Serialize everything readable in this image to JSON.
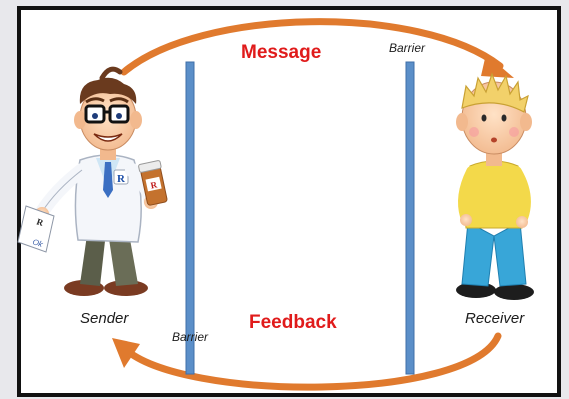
{
  "labels": {
    "message": "Message",
    "feedback": "Feedback",
    "barrier_top": "Barrier",
    "barrier_bottom": "Barrier",
    "sender": "Sender",
    "receiver": "Receiver"
  },
  "sender_badges": {
    "coat_badge": "R",
    "bottle_label": "R",
    "prescription_mark": "R",
    "prescription_scribble": "Ok"
  },
  "colors": {
    "arrow": "#e07a2e",
    "barrier": "#5b8fc9",
    "label_red": "#e01b1b",
    "frame": "#111111",
    "background": "#e8e8ec"
  }
}
